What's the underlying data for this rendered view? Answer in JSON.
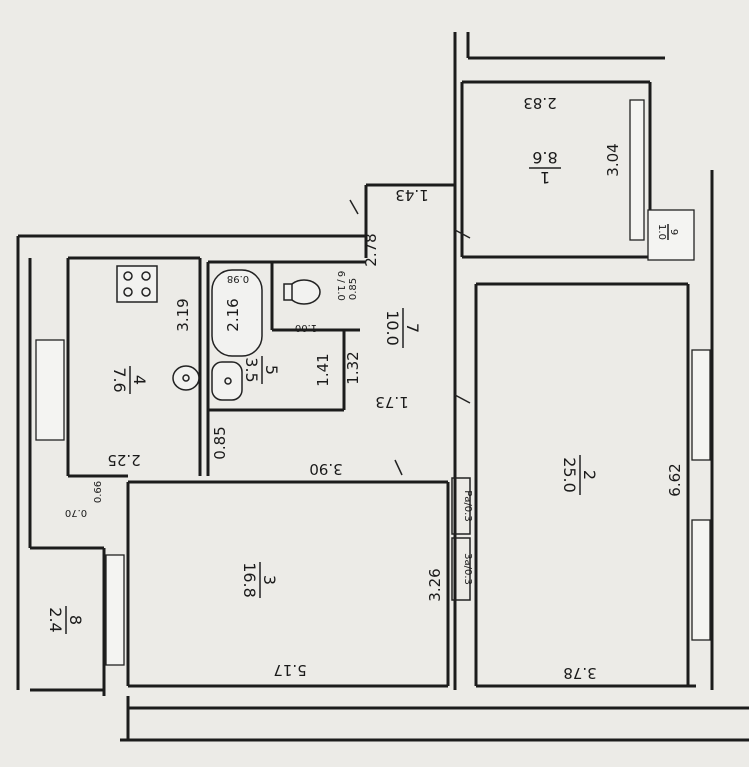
{
  "rooms": [
    {
      "number": "1",
      "area": "8.6"
    },
    {
      "number": "2",
      "area": "25.0"
    },
    {
      "number": "3",
      "area": "16.8"
    },
    {
      "number": "4",
      "area": "7.6"
    },
    {
      "number": "5",
      "area": "3.5"
    },
    {
      "number": "6",
      "area": "1.0"
    },
    {
      "number": "7",
      "area": "10.0"
    },
    {
      "number": "8",
      "area": "2.4"
    },
    {
      "number": "9",
      "area": "1.0"
    }
  ],
  "niches": {
    "a": "3а/0.3",
    "b": "Ра/0.3"
  },
  "dimensions": {
    "r1_top": "2.83",
    "r1_side": "3.04",
    "corr_top": "1.43",
    "corr_left": "2.78",
    "kitchen_side": "3.19",
    "kitchen_bottom": "2.25",
    "bath_len": "2.16",
    "bath_w": "0.98",
    "bath_side": "1.41",
    "wc_w": "0.85",
    "wc_len": "1.00",
    "corr_side": "1.32",
    "corr_mid": "1.73",
    "bath_bottom": "0.85",
    "corr_bottom": "3.90",
    "pass_a": "0.66",
    "pass_b": "0.70",
    "r2_side": "6.62",
    "r2_bottom": "3.78",
    "r3_side": "3.26",
    "r3_bottom": "5.17"
  }
}
